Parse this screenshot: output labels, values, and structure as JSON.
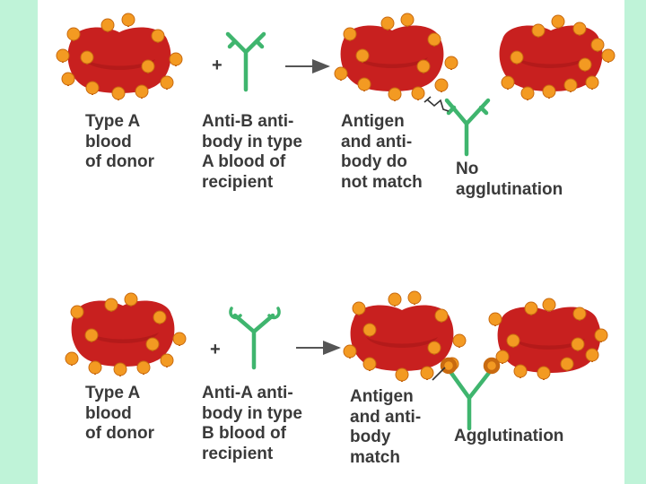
{
  "colors": {
    "background": "#bff3d8",
    "panel": "#ffffff",
    "red_cell": "#c8201f",
    "antigen": "#f39a22",
    "antibody": "#3fb56e",
    "text": "#3a3a3a"
  },
  "top_row": {
    "donor_label": "Type A\nblood\nof donor",
    "plus": "+",
    "antibody_label": "Anti-B anti-\nbody in type\nA blood of\nrecipient",
    "match_label": "Antigen\nand anti-\nbody do\nnot match",
    "result_label": "No\nagglutination"
  },
  "bottom_row": {
    "donor_label": "Type A\nblood\nof donor",
    "plus": "+",
    "antibody_label": "Anti-A anti-\nbody in type\nB blood of\nrecipient",
    "match_label": "Antigen\nand anti-\nbody\nmatch",
    "result_label": "Agglutination"
  }
}
